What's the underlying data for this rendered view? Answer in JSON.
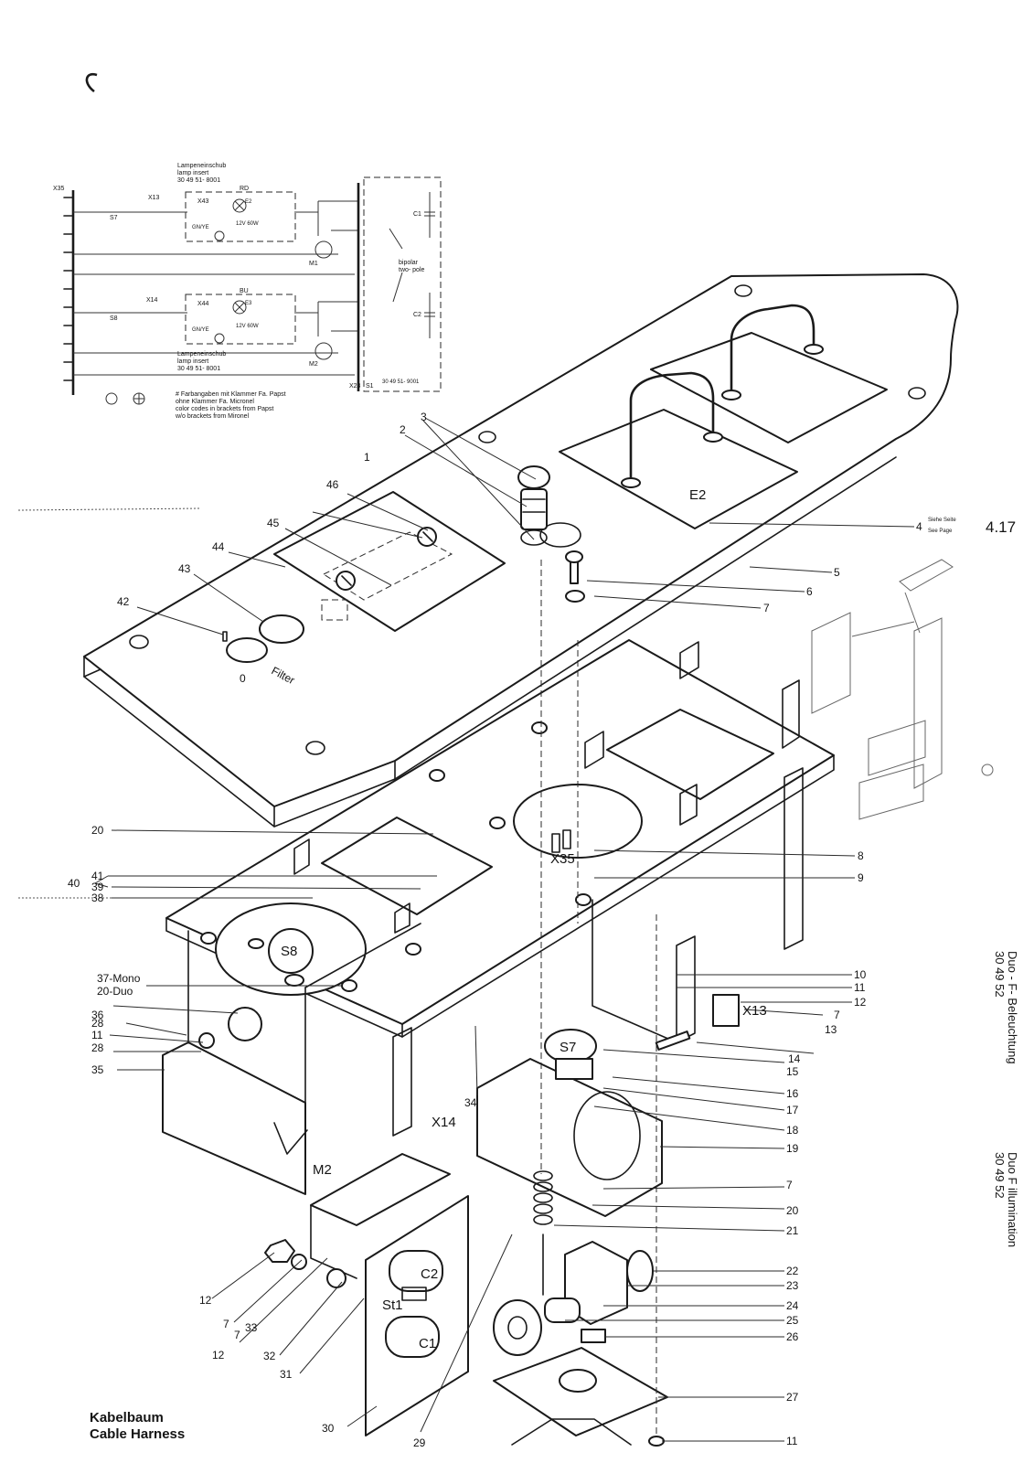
{
  "wiring": {
    "lamp_insert_top": [
      "Lampeneinschub",
      "lamp insert",
      "30 49 51- 8001"
    ],
    "lamp_insert_bottom": [
      "Lampeneinschub",
      "lamp insert",
      "30 49 51- 8001"
    ],
    "bipolar": [
      "bipolar",
      "two- pole"
    ],
    "note": [
      "# Farbangaben mit Klammer Fa. Papst",
      "ohne Klammer Fa. Micronel",
      "color codes in brackets from Papst",
      "w/o brackets from Mironel"
    ],
    "conn_x35": "X35",
    "conn_x13": "X13",
    "conn_x14": "X14",
    "conn_x43": "X43",
    "conn_x44": "X44",
    "conn_x23": "X23",
    "conn_s1": "S1",
    "lamp_e2": "E2",
    "lamp_e3": "E3",
    "motor_m1": "M1",
    "motor_m2": "M2",
    "switch_s7": "S7",
    "switch_s8": "S8",
    "cap_c1": "C1",
    "cap_c2": "C2",
    "color_rd": "RD",
    "color_bu": "BU",
    "color_gnye_1": "GN/YE",
    "color_gnye_2": "GN/YE",
    "rating_1": "12V 60W",
    "rating_2": "12V 60W",
    "part_ref": "30 49 51- 9001"
  },
  "callouts": [
    {
      "n": "1"
    },
    {
      "n": "2"
    },
    {
      "n": "3"
    },
    {
      "n": "4"
    },
    {
      "n": "5"
    },
    {
      "n": "6"
    },
    {
      "n": "7"
    },
    {
      "n": "8"
    },
    {
      "n": "9"
    },
    {
      "n": "10"
    },
    {
      "n": "11"
    },
    {
      "n": "12"
    },
    {
      "n": "13"
    },
    {
      "n": "14"
    },
    {
      "n": "15"
    },
    {
      "n": "16"
    },
    {
      "n": "17"
    },
    {
      "n": "18"
    },
    {
      "n": "19"
    },
    {
      "n": "20"
    },
    {
      "n": "21"
    },
    {
      "n": "22"
    },
    {
      "n": "23"
    },
    {
      "n": "24"
    },
    {
      "n": "25"
    },
    {
      "n": "26"
    },
    {
      "n": "27"
    },
    {
      "n": "28"
    },
    {
      "n": "29"
    },
    {
      "n": "30"
    },
    {
      "n": "31"
    },
    {
      "n": "32"
    },
    {
      "n": "33"
    },
    {
      "n": "34"
    },
    {
      "n": "35"
    },
    {
      "n": "36"
    },
    {
      "n": "37-Mono"
    },
    {
      "n": "20-Duo"
    },
    {
      "n": "38"
    },
    {
      "n": "39"
    },
    {
      "n": "40"
    },
    {
      "n": "41"
    },
    {
      "n": "42"
    },
    {
      "n": "43"
    },
    {
      "n": "44"
    },
    {
      "n": "45"
    },
    {
      "n": "46"
    }
  ],
  "part_tags": {
    "e2": "E2",
    "x35": "X35",
    "s8": "S8",
    "s7": "S7",
    "x13": "X13",
    "x14": "X14",
    "m2": "M2",
    "c1": "C1",
    "c2": "C2",
    "st1": "St1",
    "filter": "Filter",
    "zero": "0"
  },
  "see_page": {
    "de": "Siehe Seite",
    "en": "See Page",
    "ref": "4.17"
  },
  "caption": {
    "line1": "Kabelbaum",
    "line2": "Cable Harness"
  },
  "side_title": {
    "de": "Duo   - F- Beleuchtung",
    "de_num": "30 49 52",
    "en": "Duo    F illumination",
    "en_num": "30 49 52"
  }
}
